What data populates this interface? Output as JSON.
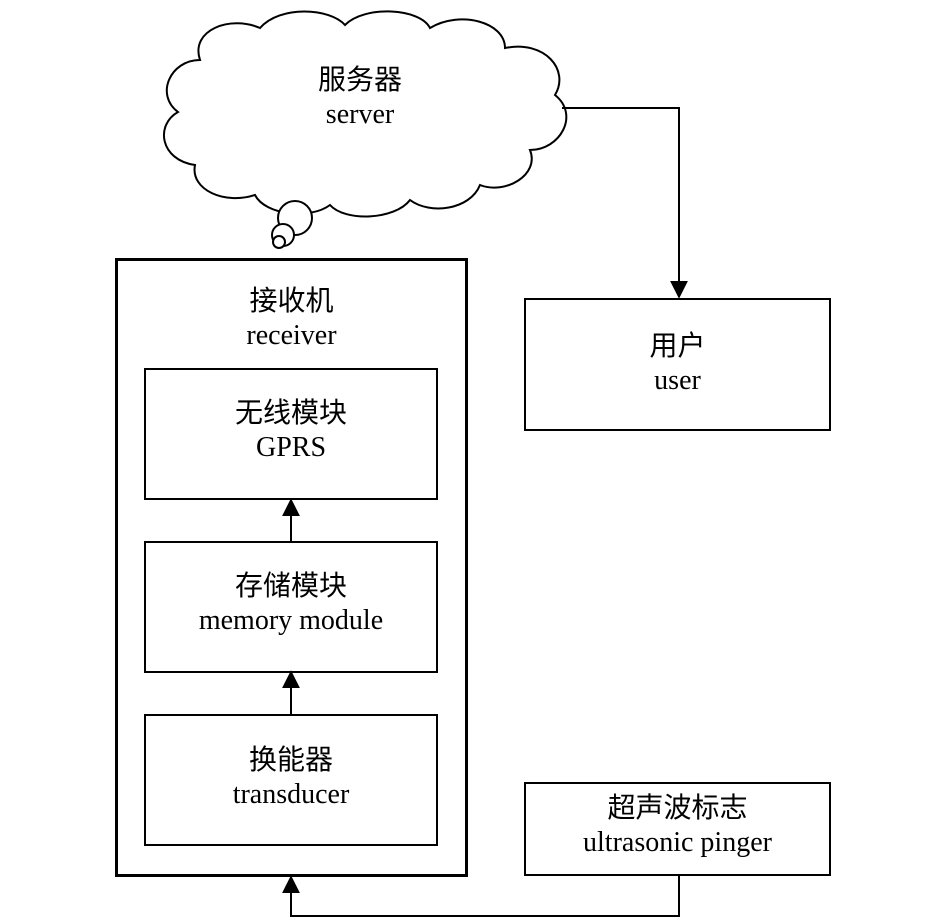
{
  "nodes": {
    "server": {
      "zh": "服务器",
      "en": "server"
    },
    "receiver": {
      "zh": "接收机",
      "en": "receiver"
    },
    "gprs": {
      "zh": "无线模块",
      "en": "GPRS"
    },
    "memory": {
      "zh": "存储模块",
      "en": "memory module"
    },
    "transducer": {
      "zh": "换能器",
      "en": "transducer"
    },
    "user": {
      "zh": "用户",
      "en": "user"
    },
    "pinger": {
      "zh": "超声波标志",
      "en": "ultrasonic pinger"
    }
  },
  "edges": [
    {
      "from": "transducer",
      "to": "memory"
    },
    {
      "from": "memory",
      "to": "gprs"
    },
    {
      "from": "server",
      "to": "user"
    },
    {
      "from": "pinger",
      "to": "receiver"
    },
    {
      "from": "receiver",
      "to": "server",
      "style": "thought-bubble"
    }
  ]
}
